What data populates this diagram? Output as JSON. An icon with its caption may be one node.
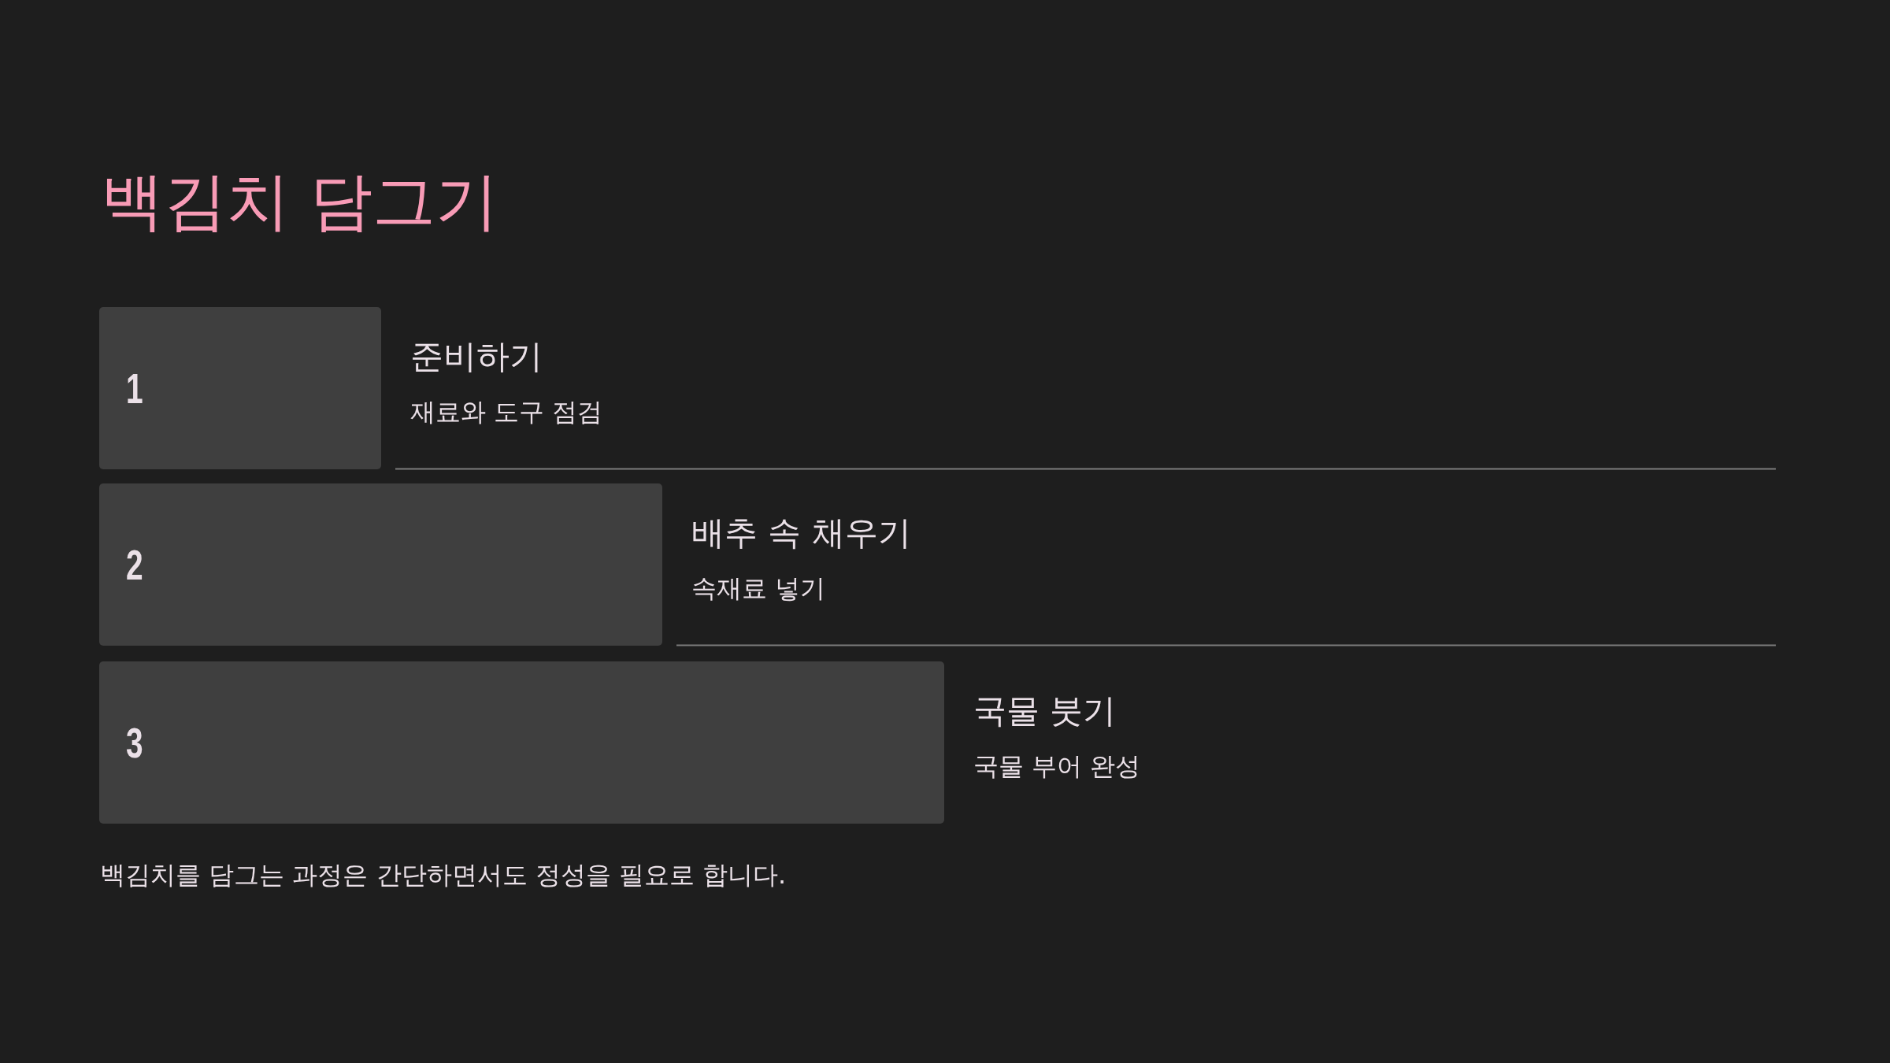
{
  "diagram": {
    "title": "백김치 담그기",
    "nodes": [
      {
        "text": [
          "1"
        ],
        "beside": [
          "준비하기",
          "재료와 도구 점검"
        ]
      },
      {
        "text": [
          "2"
        ],
        "beside": [
          "배추 속 채우기",
          "속재료 넣기"
        ]
      },
      {
        "text": [
          "3"
        ],
        "beside": [
          "국물 붓기",
          "국물 부어 완성"
        ]
      }
    ],
    "caption": "백김치를 담그는 과정은 간단하면서도 정성을 필요로 합니다."
  }
}
